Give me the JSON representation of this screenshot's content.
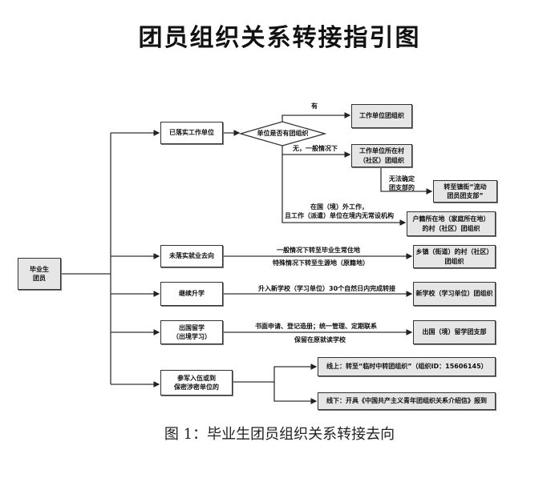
{
  "title": "团员组织关系转接指引图",
  "caption": "图 1：毕业生团员组织关系转接去向",
  "root": "毕业生\n团员",
  "branches": {
    "employed": "已落实工作单位",
    "decision": "单位是否有团组织",
    "yes": "有",
    "yes_target": "工作单位团组织",
    "no": "无，一般情况下",
    "no_target": "工作单位所在村\n（社区）团组织",
    "undetermined": "无法确定\n团支部的",
    "undetermined_target": "转至镇街“流动\n团员团支部”",
    "abroad_work": "在国（境）外工作，\n且工作（派遣）单位在境内无常设机构",
    "abroad_work_target": "户籍所在地（家庭所在地）\n的村（社区）团组织",
    "unemployed": "未落实就业去向",
    "unemployed_note1": "一般情况下转至毕业生常住地",
    "unemployed_note2": "特殊情况下转至生源地（原籍地）",
    "unemployed_target": "乡镇（街道）的村（社区）\n团组织",
    "study": "继续升学",
    "study_note": "升入新学校（学习单位）30个自然日内完成转接",
    "study_target": "新学校（学习单位）团组织",
    "overseas": "出国留学\n（出境学习）",
    "overseas_note1": "书面申请、登记造册；统一管理、定期联系",
    "overseas_note2": "保留在原就读学校",
    "overseas_target": "出国（境）留学团支部",
    "military": "参军入伍或到\n保密涉密单位的",
    "online": "线上：转至“临时中转团组织”（组织ID：15606145）",
    "offline": "线下：开具《中国共产主义青年团组织关系介绍信》报到"
  }
}
